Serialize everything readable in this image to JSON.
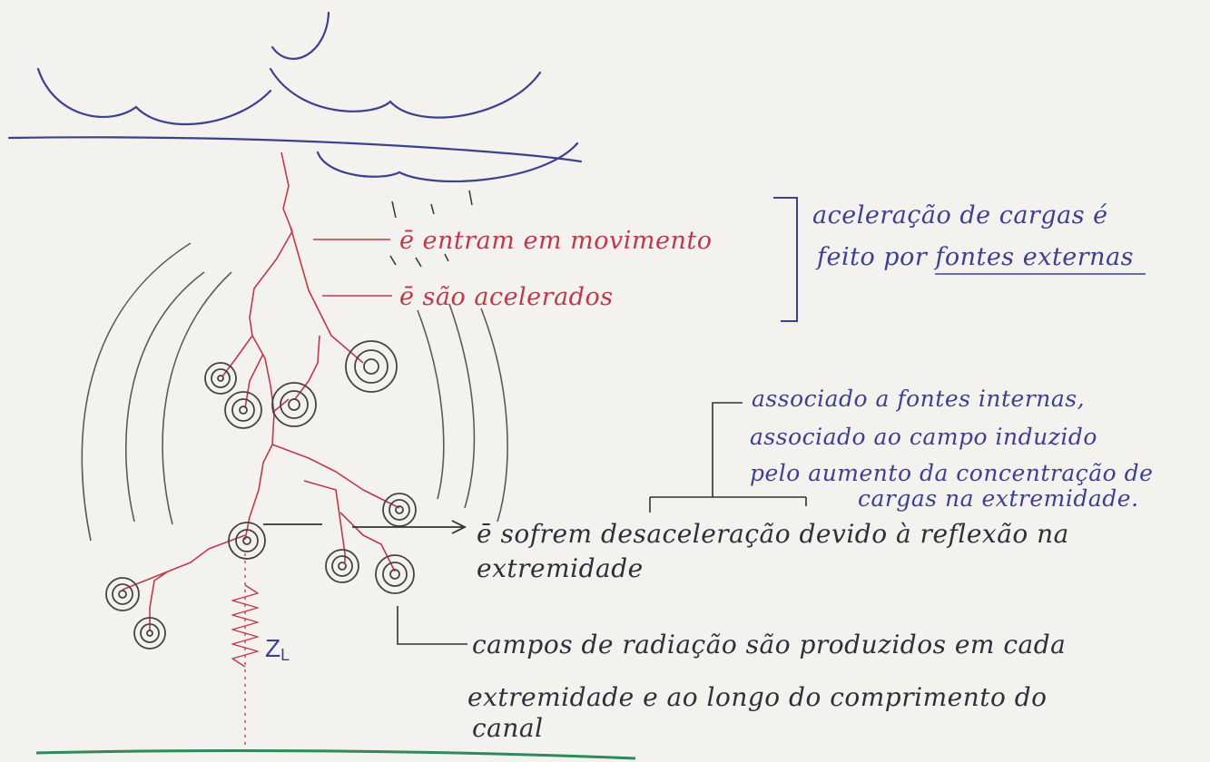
{
  "labels": {
    "electrons_move": "ē entram em movimento",
    "electrons_accel": "ē são acelerados",
    "charges_accel_line1": "aceleração de cargas é",
    "charges_accel_line2_prefix": "feito por ",
    "charges_accel_line2_underlined": "fontes externas",
    "internal_line1": "associado a fontes internas,",
    "internal_line2": "associado ao campo induzido",
    "internal_line3": "pelo aumento da concentração de",
    "internal_line4": "cargas na extremidade.",
    "decel_line1": "ē sofrem desaceleração devido à reflexão na",
    "decel_line2": "extremidade",
    "radiation_line1": "campos de radiação são produzidos em cada",
    "radiation_line2": "extremidade e ao longo do comprimento do",
    "radiation_line3": "canal",
    "impedance": "Z",
    "impedance_sub": "L"
  },
  "colors": {
    "channel": "#c0394a",
    "cloud": "#3d3f8f",
    "field_lines": "#5a5a5a",
    "ground": "#2e8a5a",
    "paper": "#f3f2ee"
  }
}
